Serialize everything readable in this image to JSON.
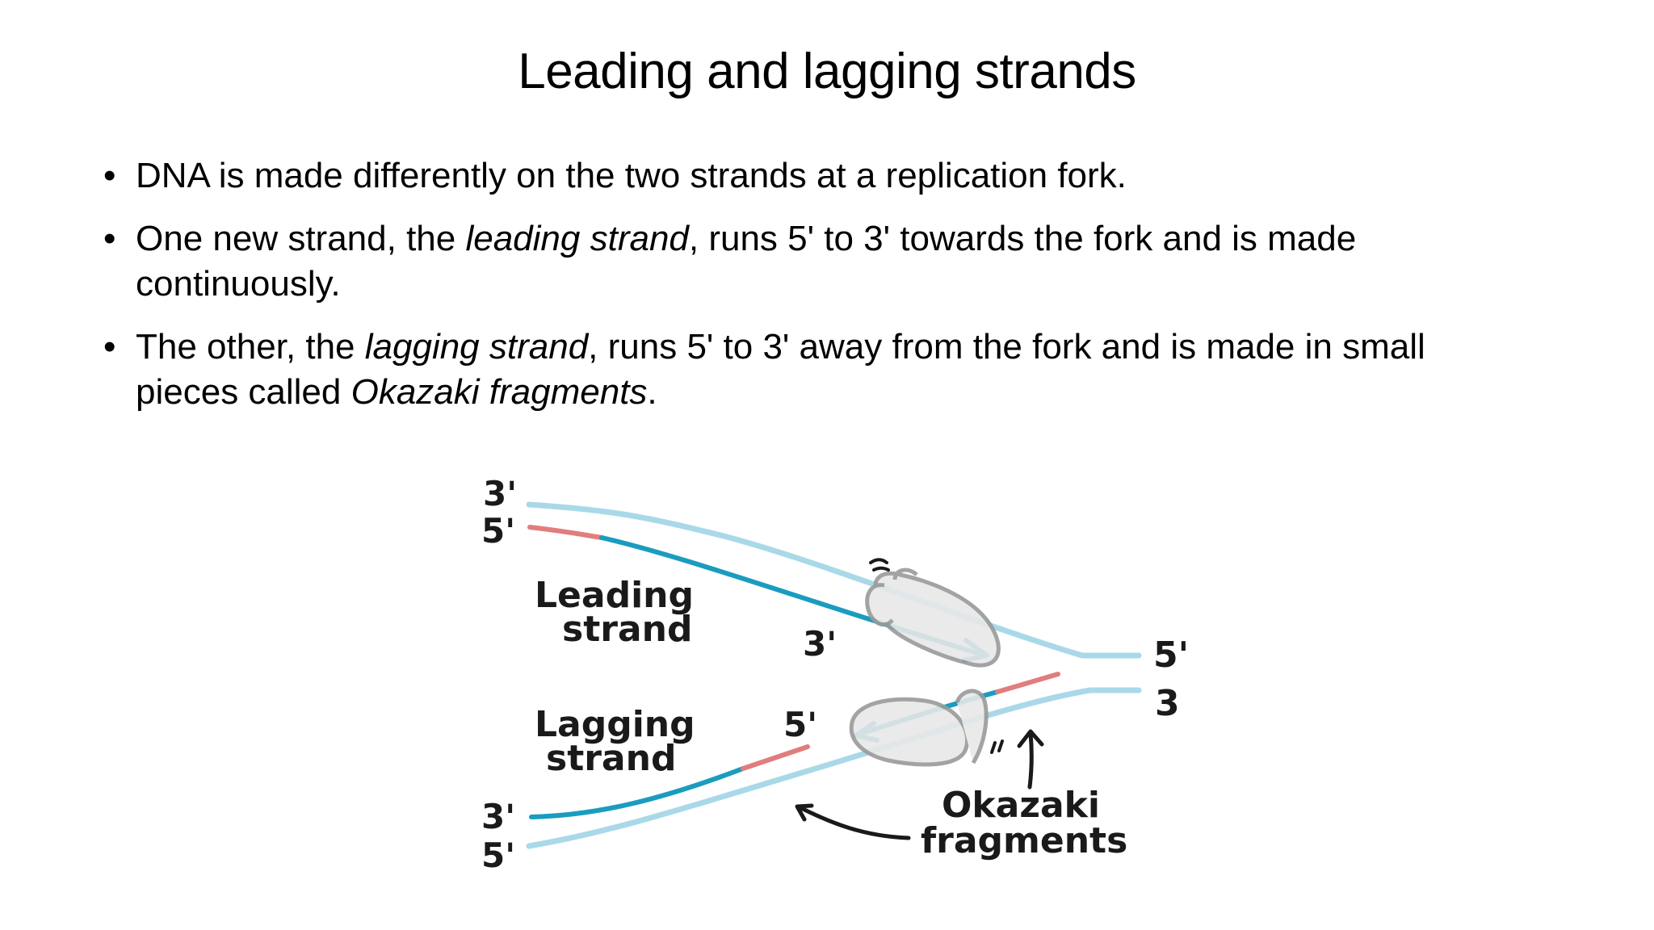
{
  "slide": {
    "title": "Leading and lagging strands",
    "bullets": [
      {
        "parts": [
          {
            "text": "DNA is made differently on the two strands at a replication fork.",
            "italic": false
          }
        ]
      },
      {
        "parts": [
          {
            "text": "One new strand, the ",
            "italic": false
          },
          {
            "text": "leading strand",
            "italic": true
          },
          {
            "text": ", runs 5' to 3' towards the fork and is made continuously.",
            "italic": false
          }
        ]
      },
      {
        "parts": [
          {
            "text": "The other, the ",
            "italic": false
          },
          {
            "text": "lagging strand",
            "italic": true
          },
          {
            "text": ", runs 5' to 3' away from the fork and is made in small pieces called ",
            "italic": false
          },
          {
            "text": "Okazaki fragments",
            "italic": true
          },
          {
            "text": ".",
            "italic": false
          }
        ]
      }
    ],
    "bullet_glyph": "•"
  },
  "diagram": {
    "labels": {
      "top_left_3": "3'",
      "top_left_5": "5'",
      "leading_line1": "Leading",
      "leading_line2": "strand",
      "mid_3": "3'",
      "right_5": "5'",
      "right_3": "3",
      "lagging_line1": "Lagging",
      "lagging_line2": "strand",
      "mid_5": "5'",
      "bottom_left_3": "3'",
      "bottom_left_5": "5'",
      "okazaki_line1": "Okazaki",
      "okazaki_line2": "fragments"
    },
    "colors": {
      "template_strand": "#a9d9e8",
      "new_strand": "#1a9cbf",
      "primer": "#e27d7d",
      "polymerase_fill": "#e8e8e8",
      "polymerase_stroke": "#9a9a9a",
      "arrow_black": "#1a1a1a"
    }
  }
}
